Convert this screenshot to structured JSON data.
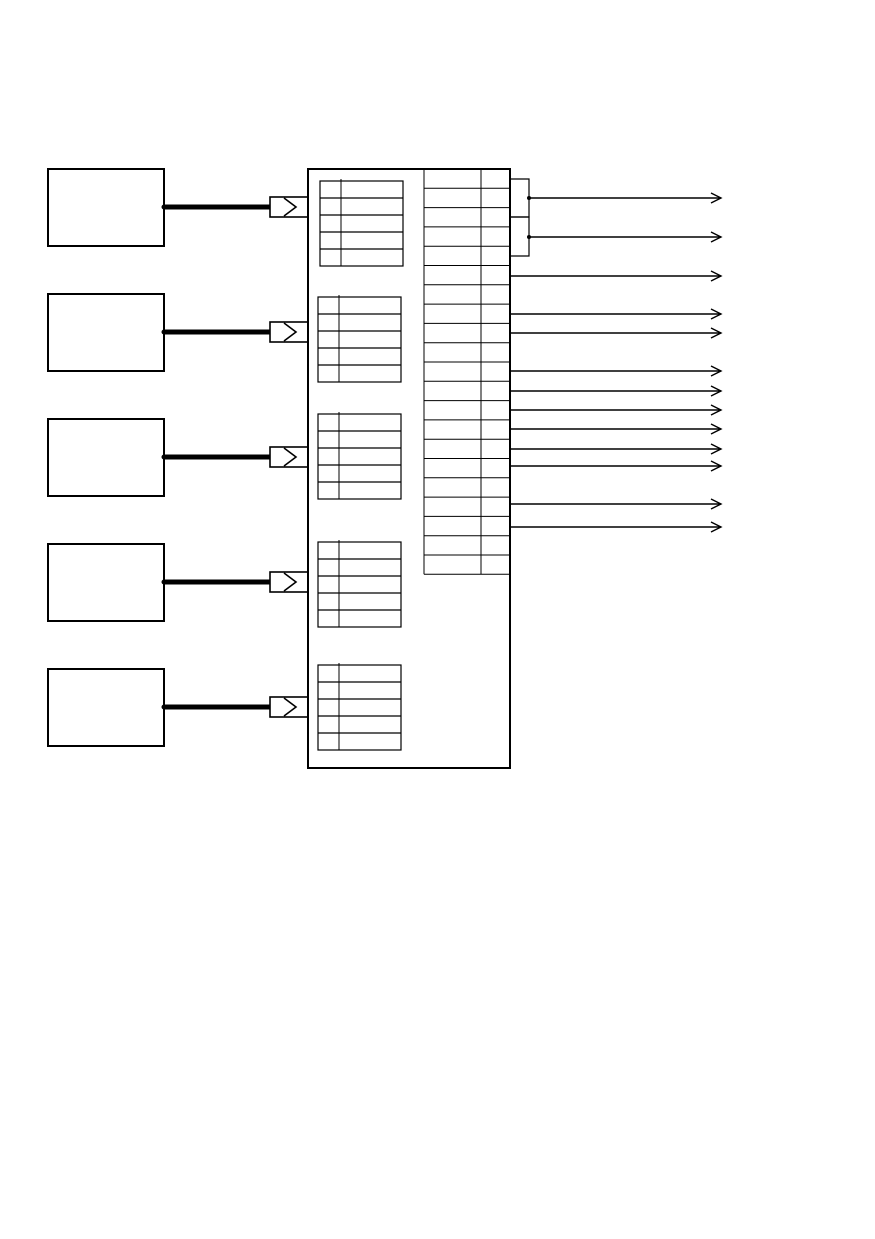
{
  "diagram": {
    "kind": "block-diagram",
    "labels": [],
    "source_count": 5,
    "connector_count": 5,
    "terminal_block_count": 5,
    "terminal_block_rows": 5,
    "right_terminal_rows": 21,
    "output_count": 13,
    "colors": {
      "line": "#000000",
      "background": "#ffffff"
    }
  }
}
